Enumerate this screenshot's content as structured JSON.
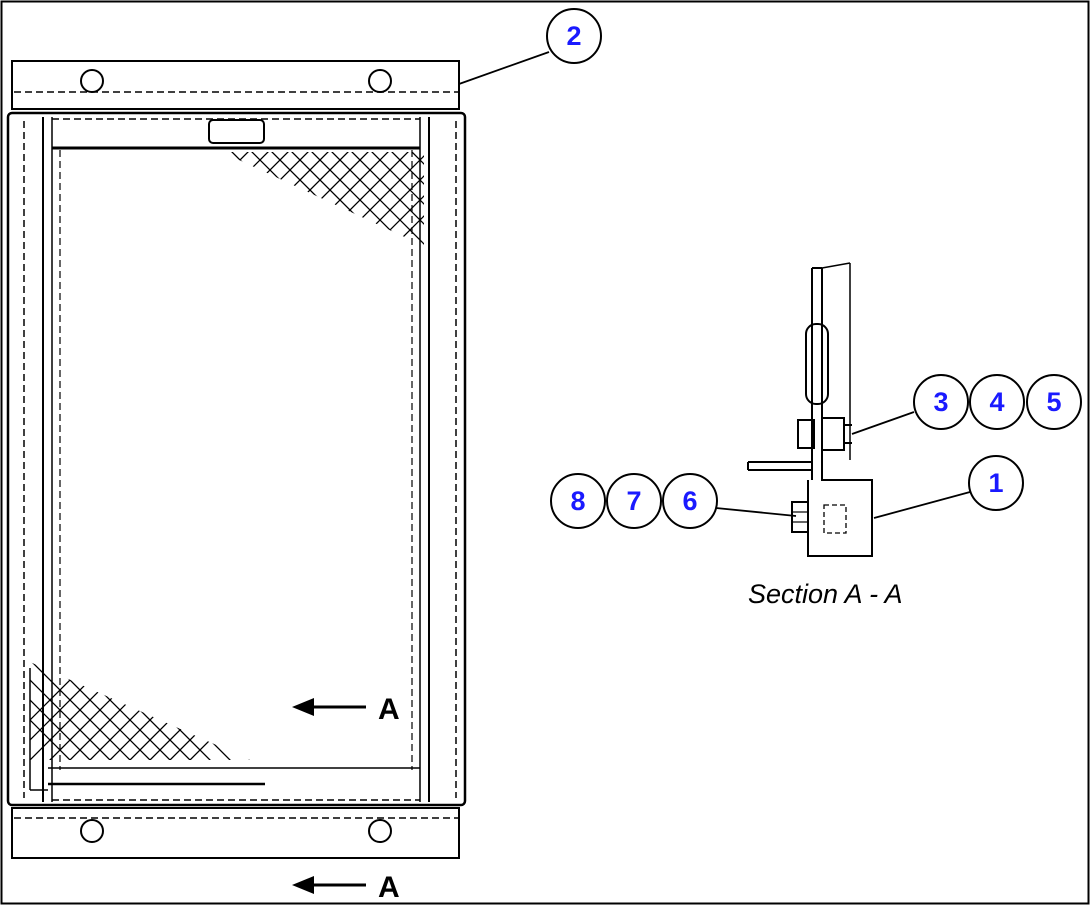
{
  "diagram": {
    "colors": {
      "line": "#000000",
      "callout_text": "#1a1aff",
      "background": "#ffffff"
    },
    "callouts": [
      {
        "id": "c2",
        "label": "2"
      },
      {
        "id": "c3",
        "label": "3"
      },
      {
        "id": "c4",
        "label": "4"
      },
      {
        "id": "c5",
        "label": "5"
      },
      {
        "id": "c1",
        "label": "1"
      },
      {
        "id": "c8",
        "label": "8"
      },
      {
        "id": "c7",
        "label": "7"
      },
      {
        "id": "c6",
        "label": "6"
      }
    ],
    "section_title": "Section A - A",
    "section_arrows": [
      {
        "id": "arrow-inner",
        "label": "A"
      },
      {
        "id": "arrow-bottom",
        "label": "A"
      }
    ]
  }
}
